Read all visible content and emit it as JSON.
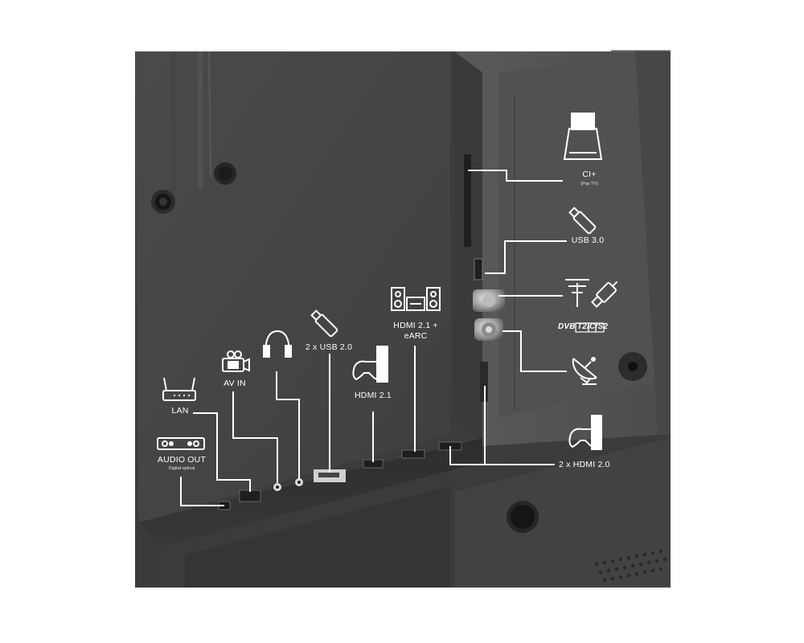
{
  "labels": {
    "ci_plus": "CI+",
    "ci_plus_sub": "(Pay TV)",
    "usb_3": "USB 3.0",
    "dvb": "DVB",
    "dvb_standards": "T2/C/S2",
    "hdmi_earc_line1": "HDMI 2.1 +",
    "hdmi_earc_line2": "eARC",
    "usb_2": "2 x USB 2.0",
    "hdmi_21": "HDMI 2.1",
    "av_in": "AV IN",
    "lan": "LAN",
    "audio_out": "AUDIO OUT",
    "audio_out_sub": "Digital optical",
    "hdmi_20": "2 x HDMI 2.0"
  },
  "icons": [
    "ci-card-icon",
    "usb-stick-icon",
    "antenna-icon",
    "coax-cable-icon",
    "satellite-dish-icon",
    "game-console-icon",
    "speakers-icon",
    "usb-stick-icon",
    "game-console-icon",
    "headphones-icon",
    "camcorder-icon",
    "router-icon",
    "optical-audio-icon"
  ],
  "colors": {
    "background": "#ffffff",
    "panel": "#4a4a4a",
    "lines": "#ffffff"
  }
}
